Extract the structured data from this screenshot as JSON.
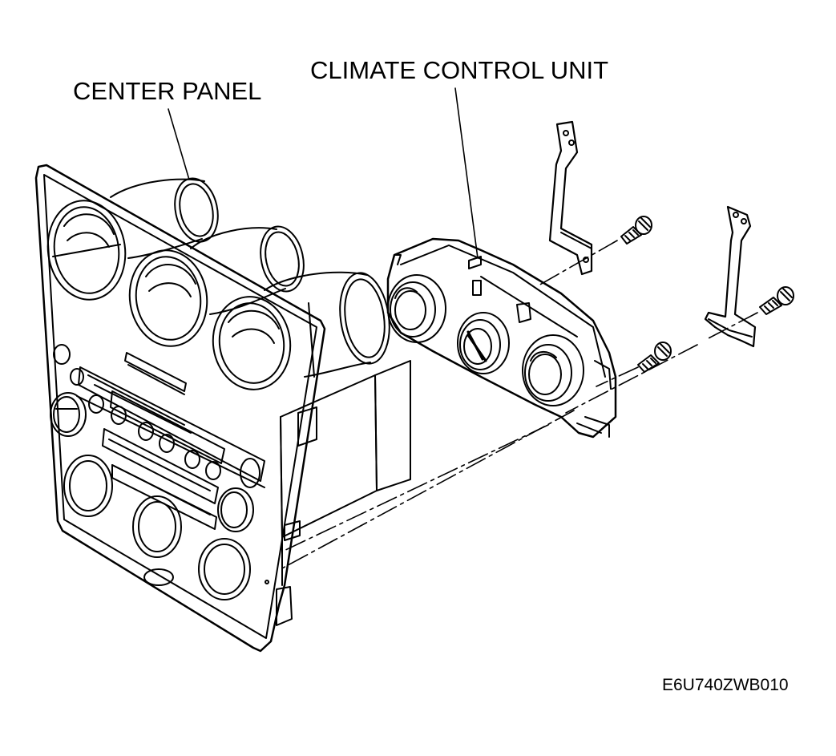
{
  "labels": {
    "center_panel": "CENTER PANEL",
    "climate_control_unit": "CLIMATE CONTROL UNIT",
    "figure_code": "E6U740ZWB010"
  },
  "colors": {
    "line": "#000000",
    "background": "#ffffff"
  }
}
